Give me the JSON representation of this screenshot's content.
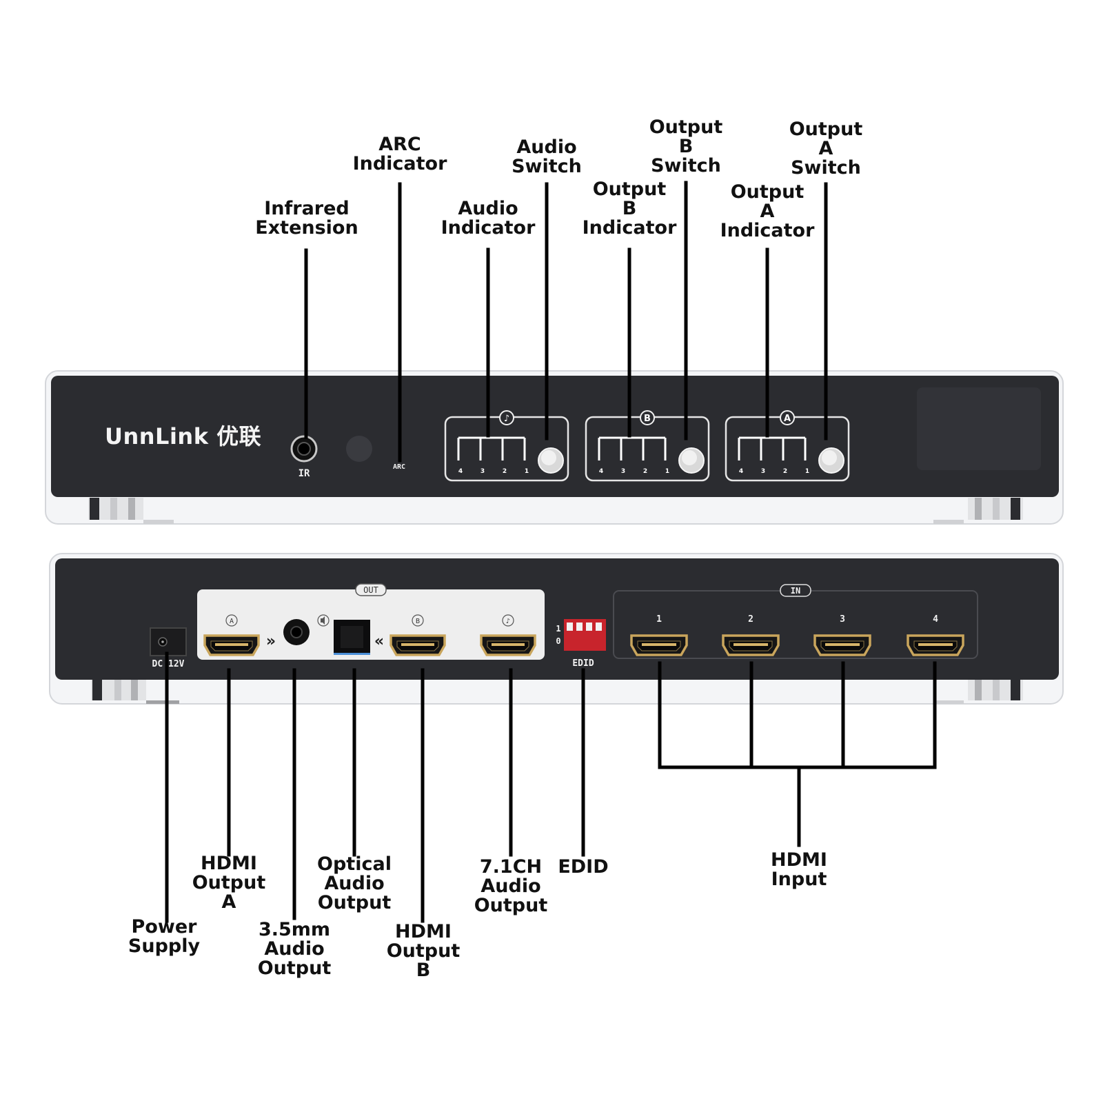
{
  "brand": {
    "logo_text": "UnnLink 优联",
    "colors": {
      "chassis": "#2b2c30",
      "frame": "#e6e8eb",
      "port_panel": "#eeeeee",
      "dip": "#c8242c",
      "gold": "#c9a55c"
    }
  },
  "front_panel": {
    "ir_label": "IR",
    "arc_label": "ARC",
    "indicator_numbers": [
      "4",
      "3",
      "2",
      "1"
    ],
    "groups": [
      {
        "badge": "♪",
        "name": "audio"
      },
      {
        "badge": "B",
        "name": "output-b"
      },
      {
        "badge": "A",
        "name": "output-a"
      }
    ]
  },
  "rear_panel": {
    "out_label": "OUT",
    "in_label": "IN",
    "dc_label": "DC 12V",
    "edid_label": "EDID",
    "edid_states": [
      "1",
      "0"
    ],
    "out_badges": {
      "a": "A",
      "b": "B",
      "audio": "♪"
    },
    "arrow_right": "»",
    "arrow_left": "«",
    "input_numbers": [
      "1",
      "2",
      "3",
      "4"
    ]
  },
  "top_callouts": [
    {
      "id": "infrared-extension",
      "lines": [
        "Infrared",
        "Extension"
      ]
    },
    {
      "id": "arc-indicator",
      "lines": [
        "ARC",
        "Indicator"
      ]
    },
    {
      "id": "audio-indicator",
      "lines": [
        "Audio",
        "Indicator"
      ]
    },
    {
      "id": "audio-switch",
      "lines": [
        "Audio",
        "Switch"
      ]
    },
    {
      "id": "output-b-indicator",
      "lines": [
        "Output",
        "B",
        "Indicator"
      ]
    },
    {
      "id": "output-b-switch",
      "lines": [
        "Output",
        "B",
        "Switch"
      ]
    },
    {
      "id": "output-a-indicator",
      "lines": [
        "Output",
        "A",
        "Indicator"
      ]
    },
    {
      "id": "output-a-switch",
      "lines": [
        "Output",
        "A",
        "Switch"
      ]
    }
  ],
  "bottom_callouts": [
    {
      "id": "power-supply",
      "lines": [
        "Power",
        "Supply"
      ]
    },
    {
      "id": "hdmi-output-a",
      "lines": [
        "HDMI",
        "Output",
        "A"
      ]
    },
    {
      "id": "audio-35mm-output",
      "lines": [
        "3.5mm",
        "Audio",
        "Output"
      ]
    },
    {
      "id": "optical-audio-output",
      "lines": [
        "Optical",
        "Audio",
        "Output"
      ]
    },
    {
      "id": "hdmi-output-b",
      "lines": [
        "HDMI",
        "Output",
        "B"
      ]
    },
    {
      "id": "audio-71ch-output",
      "lines": [
        "7.1CH",
        "Audio",
        "Output"
      ]
    },
    {
      "id": "edid",
      "lines": [
        "EDID"
      ]
    },
    {
      "id": "hdmi-input",
      "lines": [
        "HDMI",
        "Input"
      ]
    }
  ]
}
